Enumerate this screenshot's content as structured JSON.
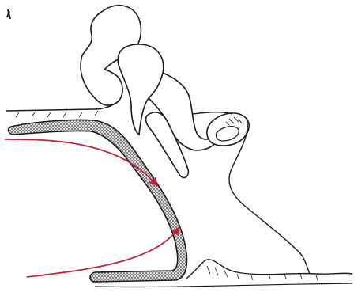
{
  "diagram": {
    "colors": {
      "background": "#ffffff",
      "outline": "#1a1a1a",
      "wall_fill": "#8f8f8f",
      "arrow": "#c4203a"
    },
    "arrows": [
      {
        "id": "upper",
        "direction": "down-right"
      },
      {
        "id": "lower",
        "direction": "up-right"
      }
    ]
  }
}
